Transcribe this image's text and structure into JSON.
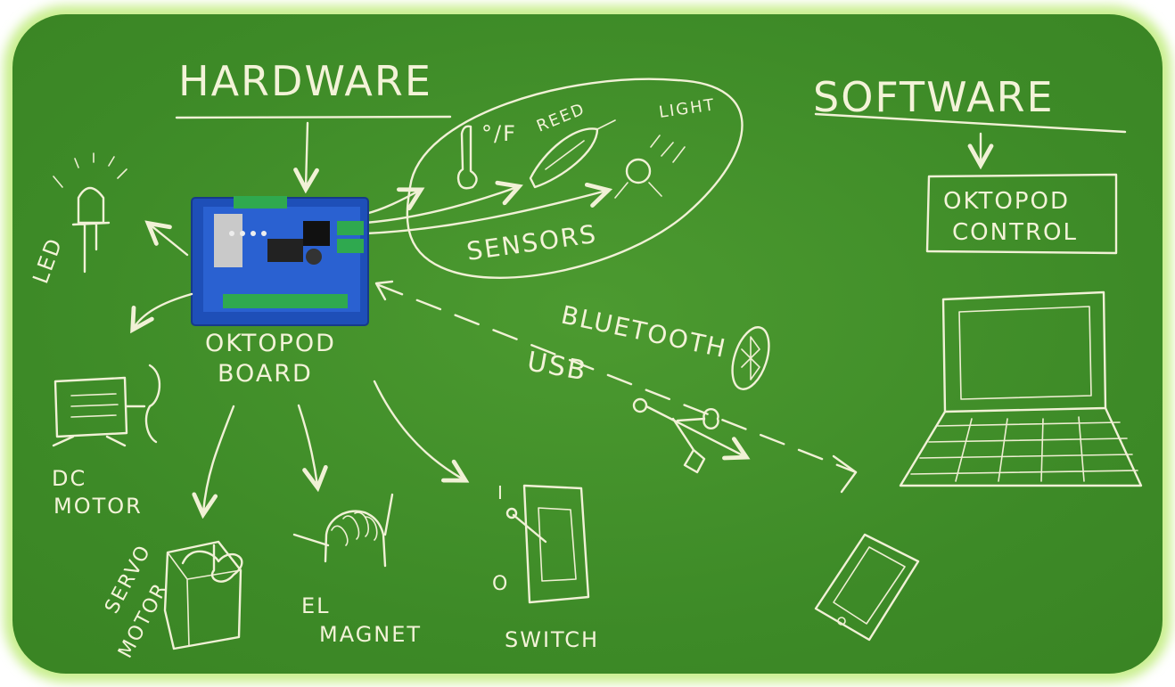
{
  "colors": {
    "board": "#3f8f2a",
    "board_edge": "#b6e37a",
    "chalk": "#f3f3d8",
    "pcb": "#1e4fb8",
    "terminal": "#2fa94f"
  },
  "headers": {
    "hardware": "HARDWARE",
    "software": "SOFTWARE"
  },
  "board_label": {
    "line1": "OKTOPOD",
    "line2": "BOARD"
  },
  "sensors": {
    "group_label": "SENSORS",
    "temp_unit": "°/F",
    "reed": "REED",
    "light": "LIGHT"
  },
  "outputs": {
    "led": "LED",
    "dc_motor_line1": "DC",
    "dc_motor_line2": "MOTOR",
    "servo_line1": "SERVO",
    "servo_line2": "MOTOR",
    "el_magnet_line1": "EL",
    "el_magnet_line2": "MAGNET",
    "switch": "SWITCH",
    "switch_on": "I",
    "switch_off": "O"
  },
  "connections": {
    "bluetooth": "BLUETOOTH",
    "usb": "USB"
  },
  "software_box": {
    "line1": "OKTOPOD",
    "line2": "CONTROL"
  },
  "icons": [
    "led-icon",
    "dc-motor-icon",
    "servo-motor-icon",
    "electromagnet-icon",
    "switch-icon",
    "thermometer-icon",
    "reed-sensor-icon",
    "light-sensor-icon",
    "bluetooth-icon",
    "usb-icon",
    "laptop-icon",
    "phone-icon",
    "circuit-board-icon"
  ]
}
